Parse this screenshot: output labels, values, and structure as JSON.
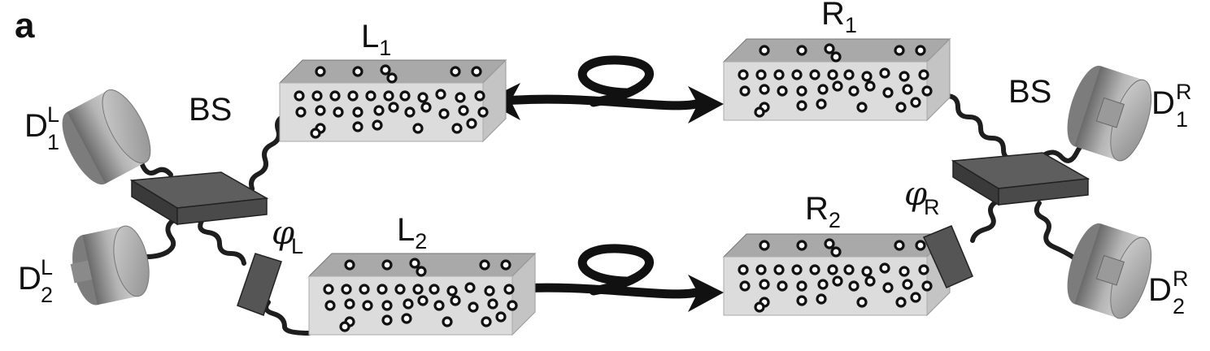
{
  "figure": {
    "panel_label": "a",
    "memories": {
      "L1": {
        "base": "L",
        "sub": "1"
      },
      "L2": {
        "base": "L",
        "sub": "2"
      },
      "R1": {
        "base": "R",
        "sub": "1"
      },
      "R2": {
        "base": "R",
        "sub": "2"
      }
    },
    "beam_splitters": {
      "left": "BS",
      "right": "BS"
    },
    "detectors": {
      "D1L": {
        "base": "D",
        "sup": "L",
        "sub": "1"
      },
      "D2L": {
        "base": "D",
        "sup": "L",
        "sub": "2"
      },
      "D1R": {
        "base": "D",
        "sup": "R",
        "sub": "1"
      },
      "D2R": {
        "base": "D",
        "sup": "R",
        "sub": "2"
      }
    },
    "phase_shifters": {
      "left": {
        "base": "φ",
        "sub": "L"
      },
      "right": {
        "base": "φ",
        "sub": "R"
      }
    },
    "colors": {
      "ensemble_top": "#a9a9a9",
      "ensemble_front": "#dcdcdc",
      "ensemble_side": "#c4c4c4",
      "beam_splitter_top": "#5e5e5e",
      "beam_splitter_front": "#3e3e3e",
      "phase_shifter": "#555555",
      "detector": "#9a9a9a"
    }
  }
}
